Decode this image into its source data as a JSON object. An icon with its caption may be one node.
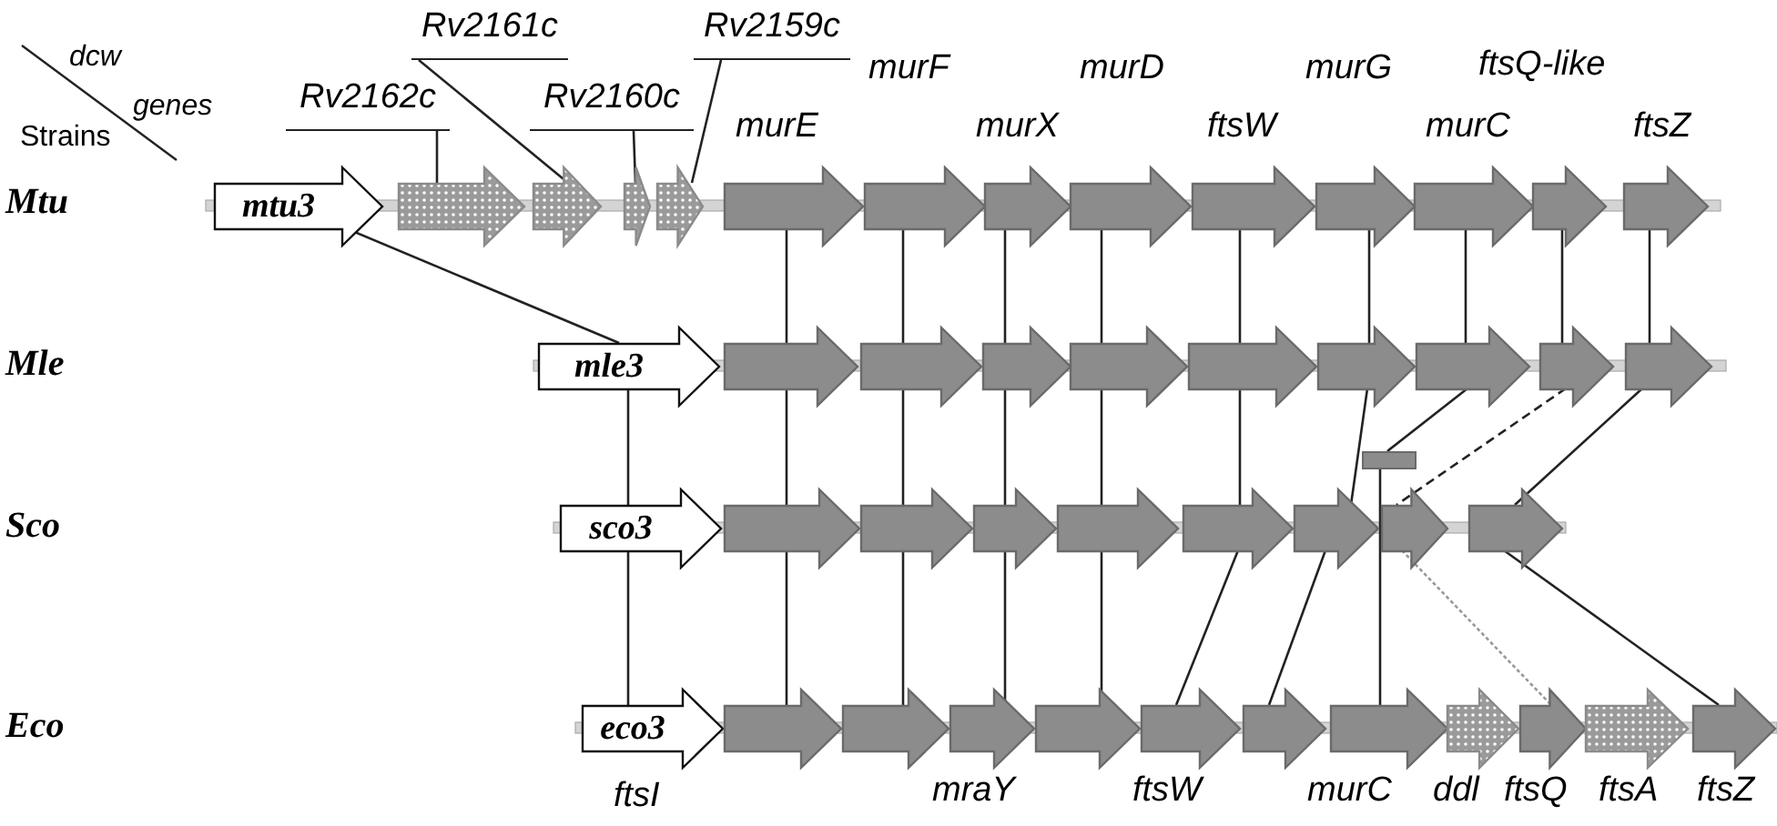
{
  "diagram": {
    "nodes": [
      {
        "text": [
          "Rv2161c"
        ]
      },
      {
        "text": [
          "Rv2159c"
        ]
      },
      {
        "text": [
          "Rv2162c"
        ]
      },
      {
        "text": [
          "Rv2160c"
        ]
      },
      {
        "text": [
          "mtu3"
        ]
      },
      {
        "text": [],
        "shape": "arrow"
      },
      {
        "text": [],
        "shape": "arrow"
      },
      {
        "text": [],
        "shape": "arrow"
      },
      {
        "text": [],
        "shape": "arrow"
      },
      {
        "text": [],
        "shape": "arrow"
      },
      {
        "text": [],
        "shape": "arrow"
      },
      {
        "text": [],
        "shape": "arrow"
      },
      {
        "text": [],
        "shape": "arrow"
      },
      {
        "text": [],
        "shape": "arrow"
      },
      {
        "text": [],
        "shape": "arrow"
      },
      {
        "text": [],
        "shape": "arrow"
      },
      {
        "text": [],
        "shape": "arrow"
      },
      {
        "text": [],
        "shape": "arrow"
      },
      {
        "text": [
          "mle3"
        ]
      },
      {
        "text": [],
        "shape": "arrow"
      },
      {
        "text": [],
        "shape": "arrow"
      },
      {
        "text": [],
        "shape": "arrow"
      },
      {
        "text": [],
        "shape": "arrow"
      },
      {
        "text": [],
        "shape": "arrow"
      },
      {
        "text": [],
        "shape": "arrow"
      },
      {
        "text": [],
        "shape": "arrow"
      },
      {
        "text": [],
        "shape": "arrow"
      },
      {
        "text": [],
        "shape": "arrow"
      },
      {
        "text": [],
        "shape": "bar"
      },
      {
        "text": [
          "sco3"
        ]
      },
      {
        "text": [],
        "shape": "arrow"
      },
      {
        "text": [],
        "shape": "arrow"
      },
      {
        "text": [],
        "shape": "arrow"
      },
      {
        "text": [],
        "shape": "arrow"
      },
      {
        "text": [],
        "shape": "arrow"
      },
      {
        "text": [],
        "shape": "arrow"
      },
      {
        "text": [],
        "shape": "arrow"
      },
      {
        "text": [],
        "shape": "arrow"
      },
      {
        "text": [
          "eco3"
        ]
      },
      {
        "text": [],
        "shape": "arrow"
      },
      {
        "text": [],
        "shape": "arrow"
      },
      {
        "text": [],
        "shape": "arrow"
      },
      {
        "text": [],
        "shape": "arrow"
      },
      {
        "text": [],
        "shape": "arrow"
      },
      {
        "text": [],
        "shape": "arrow"
      },
      {
        "text": [],
        "shape": "arrow"
      },
      {
        "text": [],
        "shape": "arrow"
      },
      {
        "text": [],
        "shape": "arrow"
      },
      {
        "text": [],
        "shape": "arrow"
      },
      {
        "text": [],
        "shape": "arrow"
      }
    ],
    "edges": [
      {
        "from": 0,
        "to": 6,
        "arrow": "none"
      },
      {
        "from": 1,
        "to": 8,
        "arrow": "none"
      },
      {
        "from": 2,
        "to": 5,
        "arrow": "none"
      },
      {
        "from": 3,
        "to": 7,
        "arrow": "none"
      },
      {
        "from": 4,
        "to": 18,
        "arrow": "none"
      },
      {
        "from": 9,
        "to": 19,
        "arrow": "none"
      },
      {
        "from": 10,
        "to": 20,
        "arrow": "none"
      },
      {
        "from": 11,
        "to": 21,
        "arrow": "none"
      },
      {
        "from": 12,
        "to": 22,
        "arrow": "none"
      },
      {
        "from": 13,
        "to": 23,
        "arrow": "none"
      },
      {
        "from": 14,
        "to": 24,
        "arrow": "none"
      },
      {
        "from": 15,
        "to": 25,
        "arrow": "none"
      },
      {
        "from": 16,
        "to": 26,
        "arrow": "none"
      },
      {
        "from": 17,
        "to": 27,
        "arrow": "none"
      },
      {
        "from": 18,
        "to": 29,
        "arrow": "none"
      },
      {
        "from": 19,
        "to": 30,
        "arrow": "none"
      },
      {
        "from": 20,
        "to": 31,
        "arrow": "none"
      },
      {
        "from": 21,
        "to": 32,
        "arrow": "none"
      },
      {
        "from": 22,
        "to": 33,
        "arrow": "none"
      },
      {
        "from": 23,
        "to": 34,
        "arrow": "none"
      },
      {
        "from": 24,
        "to": 35,
        "arrow": "none"
      },
      {
        "from": 25,
        "to": 28,
        "arrow": "none"
      },
      {
        "from": 26,
        "to": 36,
        "arrow": "none",
        "style": "dashed"
      },
      {
        "from": 27,
        "to": 37,
        "arrow": "none"
      },
      {
        "from": 29,
        "to": 38,
        "arrow": "none"
      },
      {
        "from": 30,
        "to": 39,
        "arrow": "none"
      },
      {
        "from": 31,
        "to": 40,
        "arrow": "none"
      },
      {
        "from": 32,
        "to": 41,
        "arrow": "none"
      },
      {
        "from": 33,
        "to": 42,
        "arrow": "none"
      },
      {
        "from": 34,
        "to": 43,
        "arrow": "none"
      },
      {
        "from": 35,
        "to": 44,
        "arrow": "none"
      },
      {
        "from": 28,
        "to": 45,
        "arrow": "none"
      },
      {
        "from": 36,
        "to": 47,
        "arrow": "none",
        "style": "dashed",
        "color": "#999999"
      },
      {
        "from": 37,
        "to": 49,
        "arrow": "none"
      }
    ],
    "labels": [
      "dcw",
      "genes",
      "murF",
      "murD",
      "murG",
      "ftsQ-like",
      "Strains",
      "murE",
      "murX",
      "ftsW",
      "murC",
      "ftsZ",
      "Mtu",
      "Mle",
      "Sco",
      "Eco",
      "ftsI",
      "mraY",
      "ftsW",
      "murC",
      "ddl",
      "ftsQ",
      "ftsA",
      "ftsZ"
    ]
  }
}
